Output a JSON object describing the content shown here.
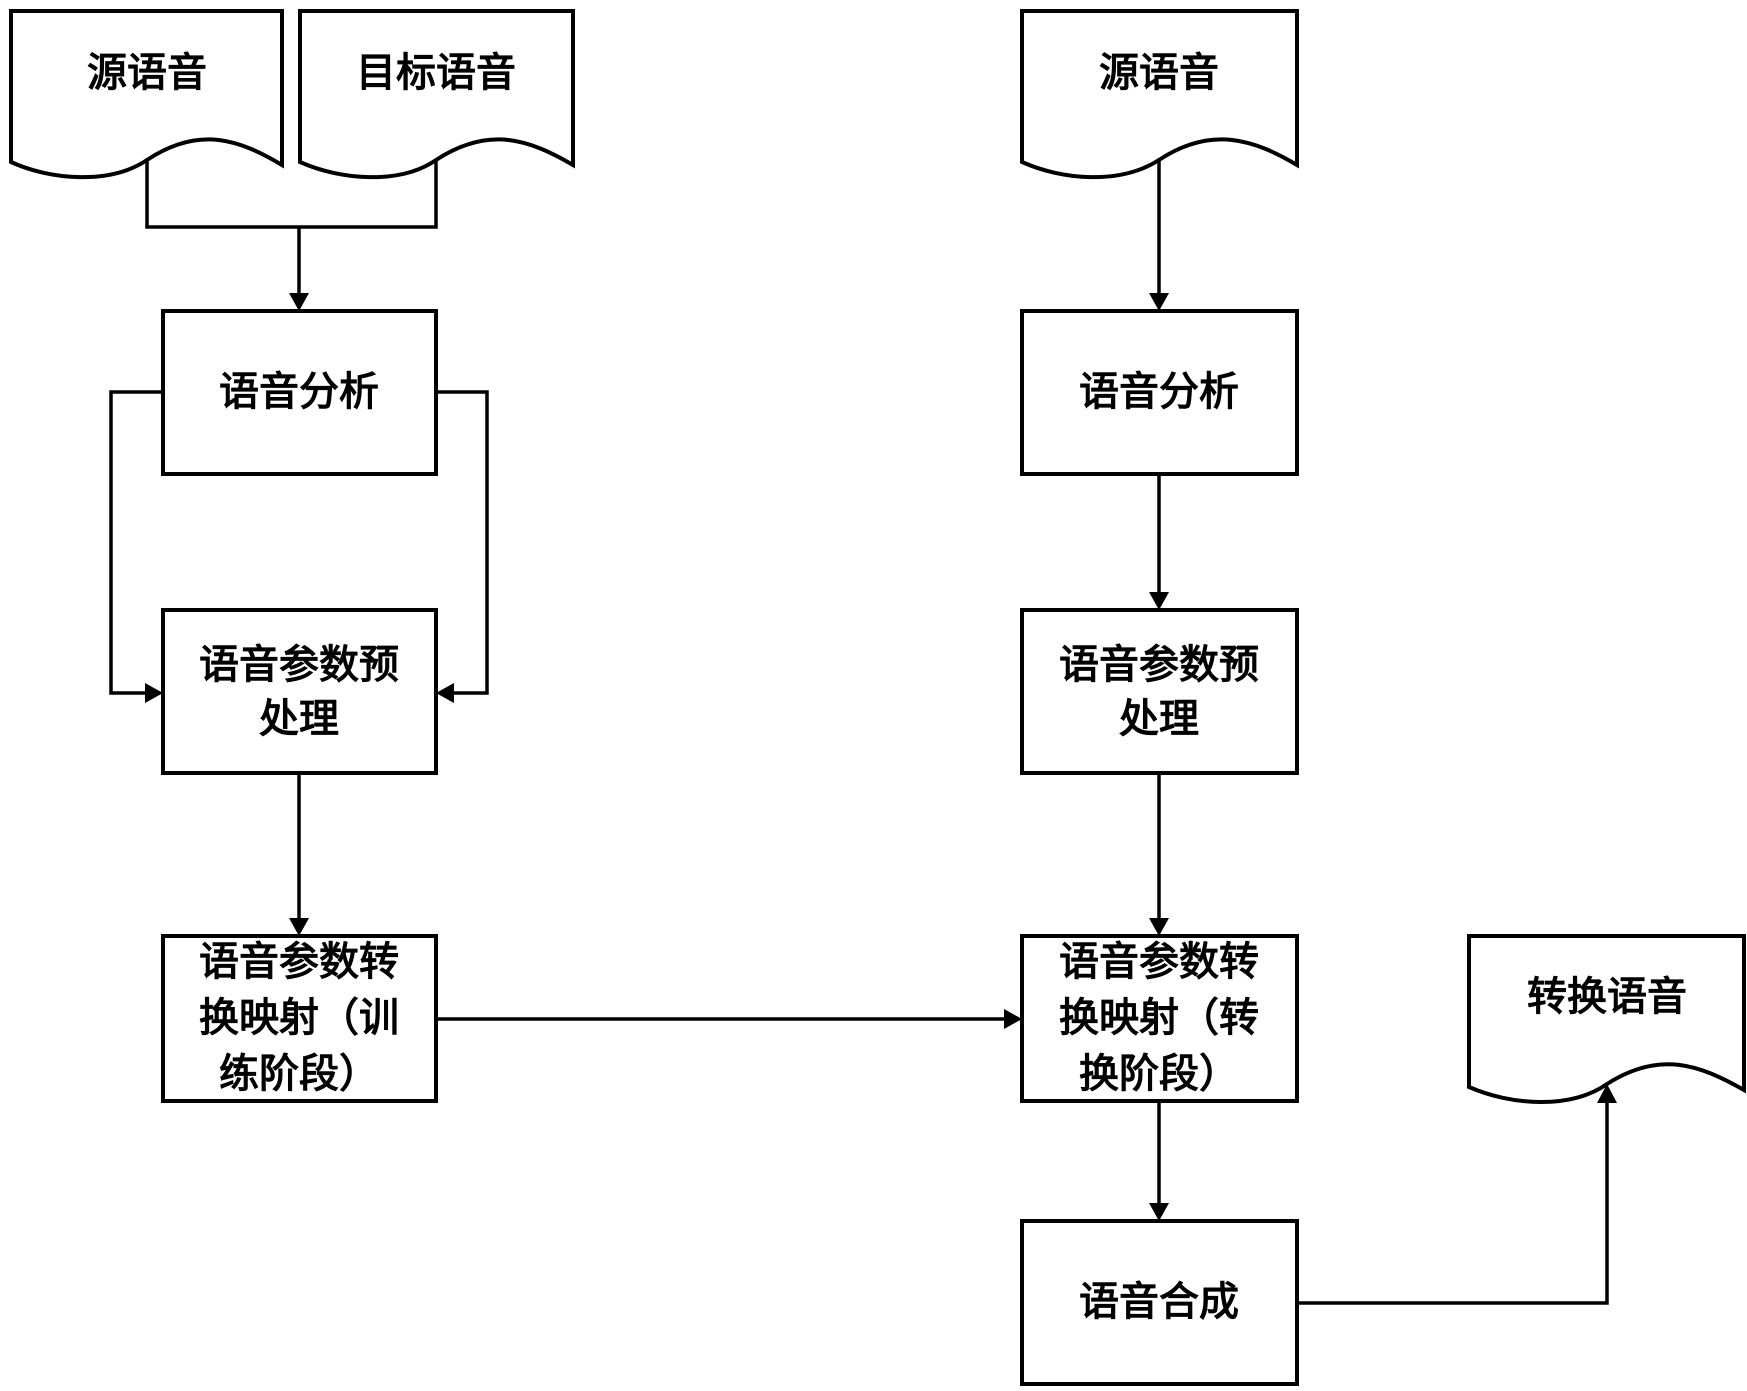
{
  "diagram": {
    "type": "flowchart",
    "left_column_title": "training",
    "right_column_title": "conversion",
    "nodes": [
      {
        "id": "src_train",
        "shape": "document",
        "lines": [
          "源语音"
        ]
      },
      {
        "id": "tgt_train",
        "shape": "document",
        "lines": [
          "目标语音"
        ]
      },
      {
        "id": "analysis_train",
        "shape": "process",
        "lines": [
          "语音分析"
        ]
      },
      {
        "id": "preproc_train",
        "shape": "process",
        "lines": [
          "语音参数预",
          "处理"
        ]
      },
      {
        "id": "mapping_train",
        "shape": "process",
        "lines": [
          "语音参数转",
          "换映射（训",
          "练阶段）"
        ]
      },
      {
        "id": "src_conv",
        "shape": "document",
        "lines": [
          "源语音"
        ]
      },
      {
        "id": "analysis_conv",
        "shape": "process",
        "lines": [
          "语音分析"
        ]
      },
      {
        "id": "preproc_conv",
        "shape": "process",
        "lines": [
          "语音参数预",
          "处理"
        ]
      },
      {
        "id": "mapping_conv",
        "shape": "process",
        "lines": [
          "语音参数转",
          "换映射（转",
          "换阶段）"
        ]
      },
      {
        "id": "synthesis",
        "shape": "process",
        "lines": [
          "语音合成"
        ]
      },
      {
        "id": "converted",
        "shape": "document",
        "lines": [
          "转换语音"
        ]
      }
    ],
    "edges": [
      {
        "from": "src_train",
        "to": "analysis_train"
      },
      {
        "from": "tgt_train",
        "to": "analysis_train"
      },
      {
        "from": "analysis_train",
        "to": "preproc_train",
        "note": "two side paths"
      },
      {
        "from": "preproc_train",
        "to": "mapping_train"
      },
      {
        "from": "mapping_train",
        "to": "mapping_conv"
      },
      {
        "from": "src_conv",
        "to": "analysis_conv"
      },
      {
        "from": "analysis_conv",
        "to": "preproc_conv"
      },
      {
        "from": "preproc_conv",
        "to": "mapping_conv"
      },
      {
        "from": "mapping_conv",
        "to": "synthesis"
      },
      {
        "from": "synthesis",
        "to": "converted"
      }
    ]
  }
}
